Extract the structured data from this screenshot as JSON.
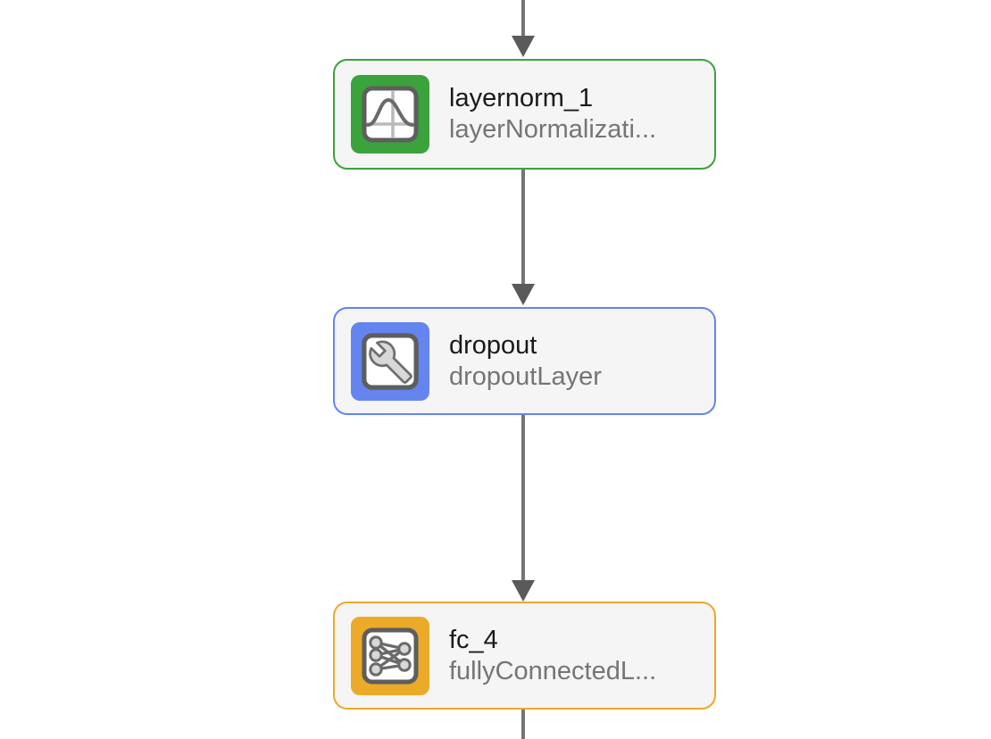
{
  "diagram": {
    "background_color": "#ffffff",
    "node_fill_color": "#f5f5f5",
    "title_color": "#1a1a1a",
    "subtitle_color": "#757575",
    "connector_color": "#757575",
    "arrowhead_color": "#5a5a5a",
    "nodes": [
      {
        "title": "layernorm_1",
        "subtitle": "layerNormalizati...",
        "accent": "#3ba33b",
        "icon": "gaussian-curve-icon"
      },
      {
        "title": "dropout",
        "subtitle": "dropoutLayer",
        "accent": "#6484f0",
        "icon": "wrench-icon"
      },
      {
        "title": "fc_4",
        "subtitle": "fullyConnectedL...",
        "accent": "#ebaa28",
        "icon": "fully-connected-icon"
      }
    ],
    "edges": [
      {
        "from": "offscreen-above",
        "to": "layernorm_1",
        "arrowhead": true
      },
      {
        "from": "layernorm_1",
        "to": "dropout",
        "arrowhead": true
      },
      {
        "from": "dropout",
        "to": "fc_4",
        "arrowhead": true
      },
      {
        "from": "fc_4",
        "to": "offscreen-below",
        "arrowhead": false
      }
    ]
  }
}
